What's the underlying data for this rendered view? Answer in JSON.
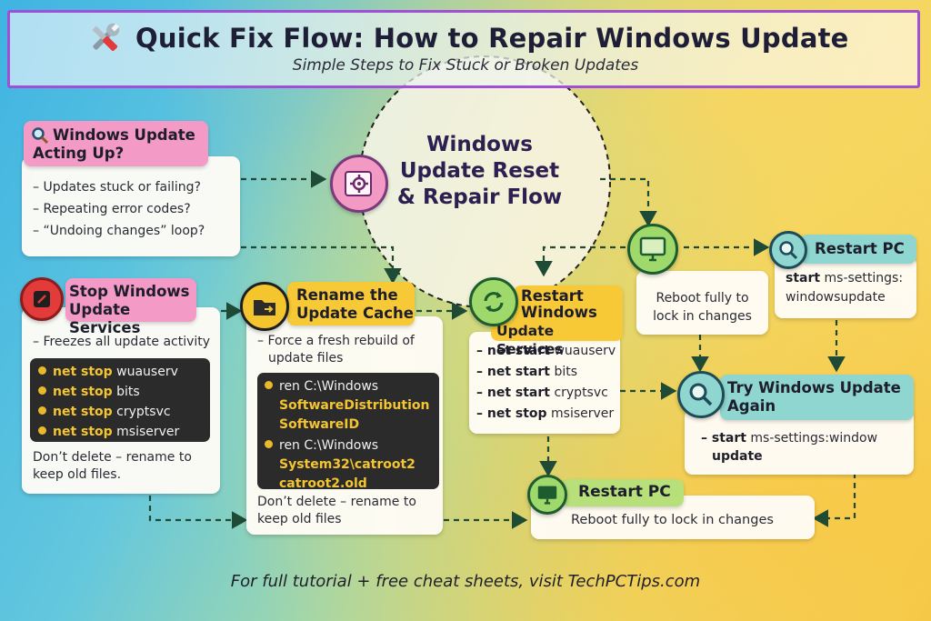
{
  "header": {
    "title": "Quick Fix Flow: How to Repair Windows Update",
    "subtitle": "Simple Steps to Fix Stuck or Broken Updates"
  },
  "center": {
    "line1": "Windows",
    "line2": "Update Reset",
    "line3": "& Repair Flow"
  },
  "symptoms": {
    "title_line1": "Windows Update",
    "title_line2": "Acting Up?",
    "items": [
      "– Updates stuck or failing?",
      "– Repeating error codes?",
      "– “Undoing changes” loop?"
    ]
  },
  "stop_services": {
    "title_line1": "Stop Windows",
    "title_line2": "Update Services",
    "desc": "– Freezes all update activity",
    "commands": [
      {
        "kw": "net stop",
        "arg": "wuauserv"
      },
      {
        "kw": "net stop",
        "arg": "bits"
      },
      {
        "kw": "net stop",
        "arg": "cryptsvc"
      },
      {
        "kw": "net stop",
        "arg": "msiserver"
      }
    ],
    "note": "Don’t delete – rename to keep old files."
  },
  "rename_cache": {
    "title_line1": "Rename the",
    "title_line2": "Update Cache",
    "desc_line1": "– Force a fresh rebuild of",
    "desc_line2": "update files",
    "cmd1_a": "ren C:\\Windows",
    "cmd1_b": "SoftwareDistribution",
    "cmd1_c": "SoftwareID",
    "cmd2_a": "ren C:\\Windows",
    "cmd2_b": "System32\\catroot2",
    "cmd2_c": "catroot2.old",
    "note": "Don’t delete – rename to keep old files"
  },
  "restart_services": {
    "title_line1": "Restart",
    "title_line2": "Windows",
    "title_line3": "Update Services",
    "commands": [
      {
        "kw": "– net start",
        "arg": "wuauserv"
      },
      {
        "kw": "– net start",
        "arg": "bits"
      },
      {
        "kw": "– net start",
        "arg": "cryptsvc"
      },
      {
        "kw": "– net stop",
        "arg": "msiserver"
      }
    ]
  },
  "reboot_box": {
    "text": "Reboot fully to lock in changes"
  },
  "restart_pc_top": {
    "title": "Restart PC",
    "cmd_kw": "start",
    "cmd_arg1": "ms-settings:",
    "cmd_arg2": "windowsupdate"
  },
  "try_again": {
    "title_line1": "Try Windows Update",
    "title_line2": "Again",
    "cmd_kw": "– start",
    "cmd_arg1": "ms-settings:window",
    "cmd_arg2": "update"
  },
  "restart_pc_bottom": {
    "title": "Restart PC",
    "text": "Reboot fully to lock in changes"
  },
  "footer": "For full tutorial + free cheat sheets, visit TechPCTips.com",
  "icons": {
    "title": "tools-icon",
    "center": "gear-document-icon",
    "symptoms": "magnifier-icon",
    "stop": "stop-icon",
    "rename": "folder-icon",
    "restart_services": "refresh-icon",
    "reboot": "monitor-icon",
    "restart_pc_top": "magnifier-icon",
    "try_again": "magnifier-icon",
    "restart_pc_bottom": "monitor-icon"
  },
  "colors": {
    "header_border": "#a14fd6",
    "pink": "#f39ac6",
    "yellow": "#f7c936",
    "teal": "#8ed6cf",
    "green": "#b8e07a",
    "code_bg": "#2b2b2c",
    "code_keyword": "#f4c531"
  }
}
